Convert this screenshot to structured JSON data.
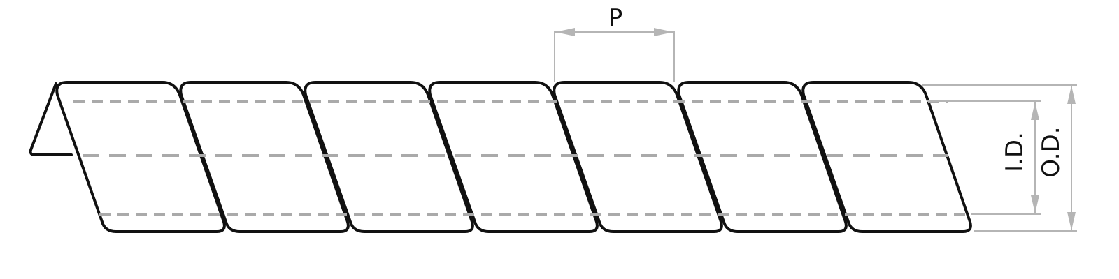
{
  "diagram": {
    "labels": {
      "pitch": "P",
      "inner_diameter": "I.D.",
      "outer_diameter": "O.D."
    },
    "wrap_turns": 7,
    "colors": {
      "outline": "#111111",
      "dashed_lines": "#aaaaaa",
      "dimension_lines": "#b5b5b5",
      "background": "#ffffff"
    }
  }
}
